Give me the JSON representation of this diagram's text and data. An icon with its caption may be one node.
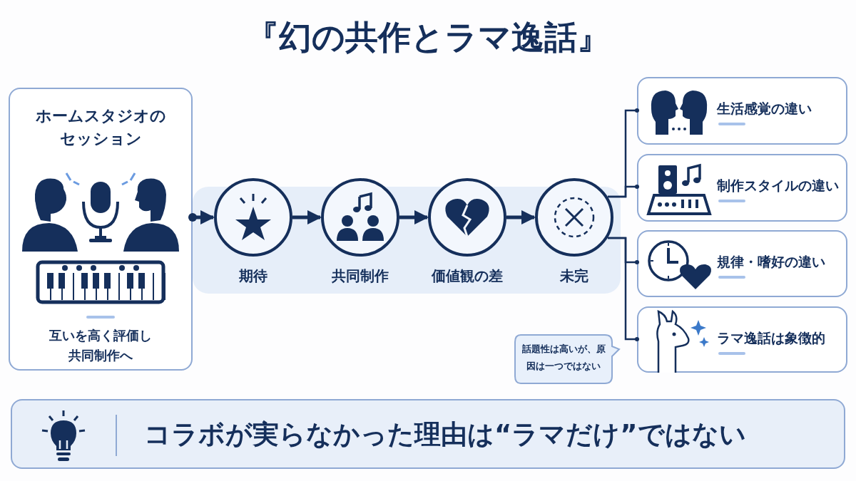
{
  "diagram": {
    "title": "『幻の共作とラマ逸話』",
    "nodes": [
      {
        "text": [
          "ホームスタジオのセッション",
          "互いを高く評価し共同制作へ"
        ]
      },
      {
        "text": [
          "期待"
        ]
      },
      {
        "text": [
          "共同制作"
        ]
      },
      {
        "text": [
          "価値観の差"
        ]
      },
      {
        "text": [
          "未完"
        ]
      },
      {
        "text": [
          "生活感覚の違い"
        ]
      },
      {
        "text": [
          "制作スタイルの違い"
        ]
      },
      {
        "text": [
          "規律・嗜好の違い"
        ]
      },
      {
        "text": [
          "ラマ逸話は象徴的"
        ]
      },
      {
        "text": [
          "話題性は高いが、原因は一つではない"
        ]
      },
      {
        "text": [
          "コラボが実らなかった理由は“ラマだけ”ではない"
        ]
      }
    ],
    "edges": [
      {
        "from": 0,
        "to": 1,
        "arrow": "to",
        "style": "thick"
      },
      {
        "from": 1,
        "to": 2,
        "arrow": "to",
        "style": "thick"
      },
      {
        "from": 2,
        "to": 3,
        "arrow": "to",
        "style": "thick"
      },
      {
        "from": 3,
        "to": 4,
        "arrow": "to",
        "style": "thick"
      },
      {
        "from": 4,
        "to": 5,
        "arrow": "other"
      },
      {
        "from": 4,
        "to": 6,
        "arrow": "other"
      },
      {
        "from": 4,
        "to": 7,
        "arrow": "other"
      },
      {
        "from": 4,
        "to": 8,
        "arrow": "other"
      }
    ]
  }
}
